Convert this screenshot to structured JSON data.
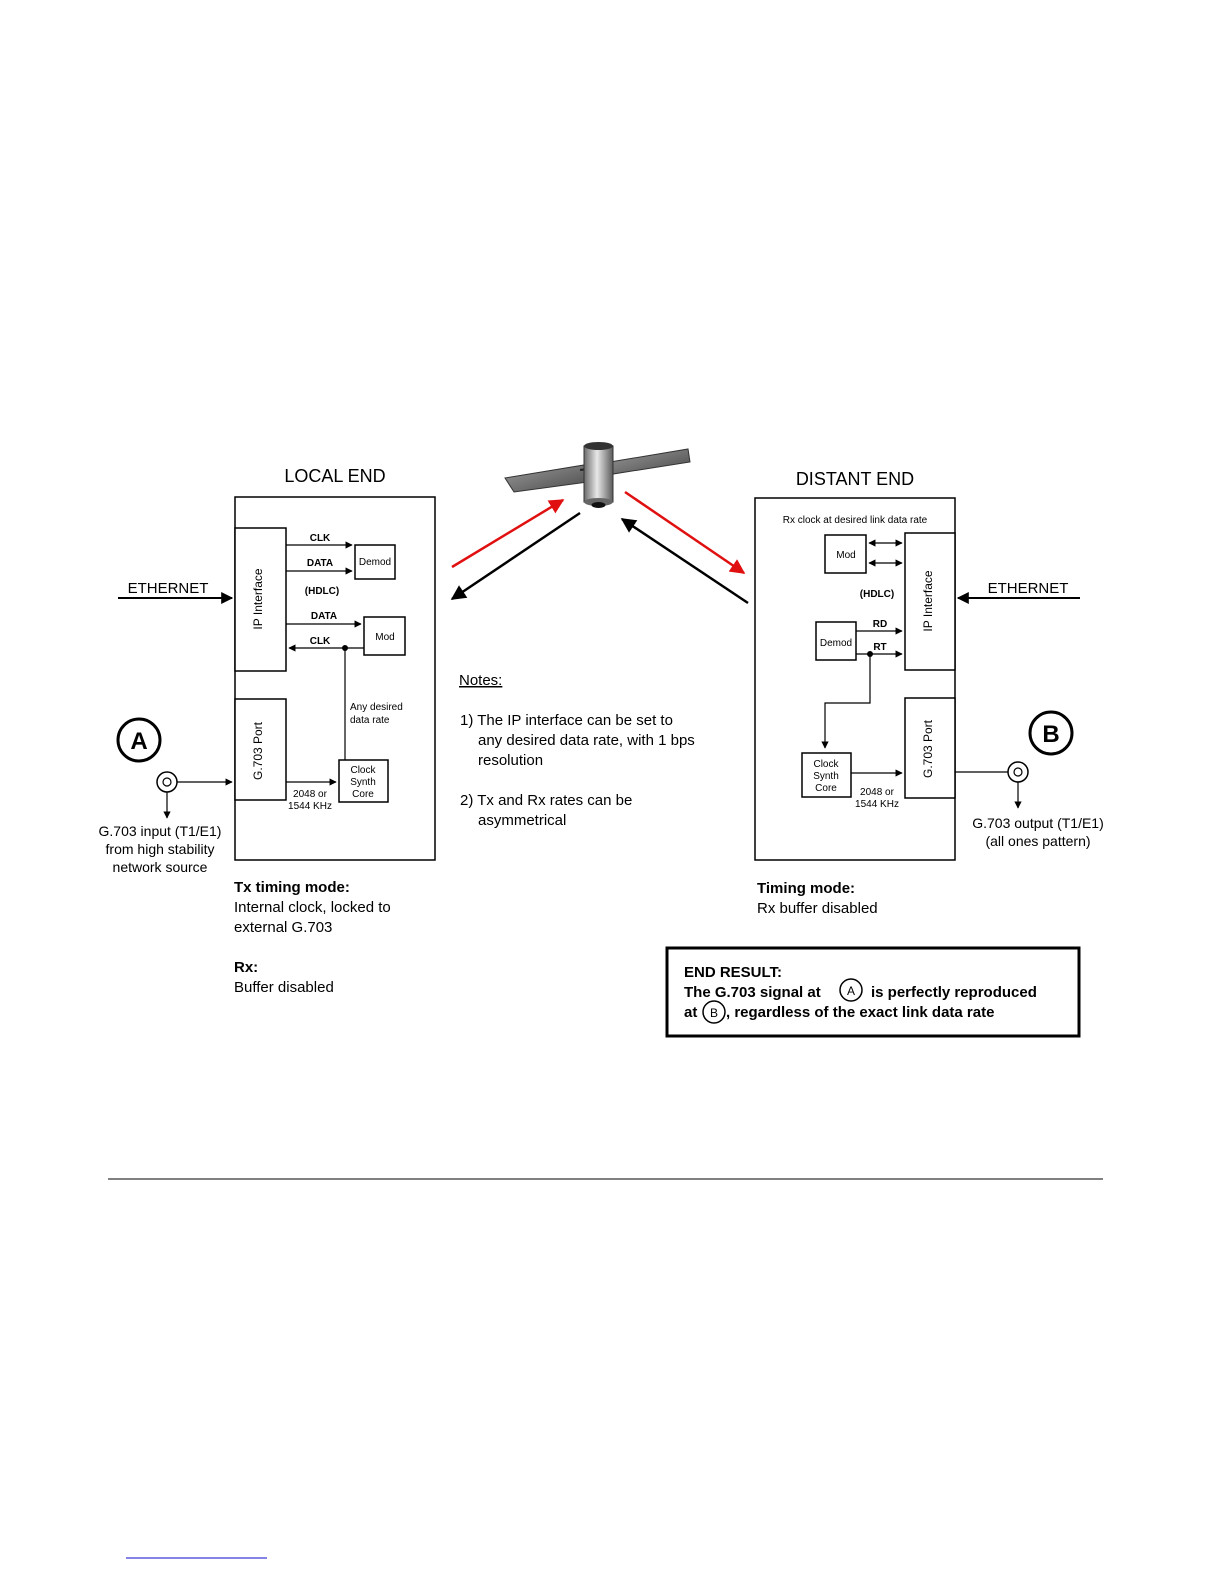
{
  "local_end": {
    "title": "LOCAL END",
    "ethernet": "ETHERNET",
    "ip_interface": "IP Interface",
    "clk_top": "CLK",
    "data_top": "DATA",
    "hdlc": "(HDLC)",
    "data_mid": "DATA",
    "clk_mid": "CLK",
    "demod": "Demod",
    "mod": "Mod",
    "any_rate_line1": "Any desired",
    "any_rate_line2": "data rate",
    "g703_port": "G.703 Port",
    "clock_line1": "Clock",
    "clock_line2": "Synth",
    "clock_line3": "Core",
    "freq_line1": "2048 or",
    "freq_line2": "1544 KHz",
    "marker": "A",
    "input_line1": "G.703 input (T1/E1)",
    "input_line2": "from high stability",
    "input_line3": "network source",
    "tx_mode_title": "Tx timing mode:",
    "tx_mode_line1": "Internal clock, locked to",
    "tx_mode_line2": "external G.703",
    "rx_title": "Rx:",
    "rx_line1": "Buffer disabled"
  },
  "distant_end": {
    "title": "DISTANT END",
    "rx_clock": "Rx clock at desired link data rate",
    "ethernet": "ETHERNET",
    "ip_interface": "IP Interface",
    "mod": "Mod",
    "hdlc": "(HDLC)",
    "demod": "Demod",
    "rd": "RD",
    "rt": "RT",
    "g703_port": "G.703 Port",
    "clock_line1": "Clock",
    "clock_line2": "Synth",
    "clock_line3": "Core",
    "freq_line1": "2048 or",
    "freq_line2": "1544 KHz",
    "marker": "B",
    "output_line1": "G.703 output (T1/E1)",
    "output_line2": "(all ones pattern)",
    "mode_title": "Timing mode:",
    "mode_line1": "Rx buffer disabled"
  },
  "notes": {
    "title": "Notes:",
    "n1_line1": "1) The IP interface can be set to",
    "n1_line2": "any desired data rate, with 1 bps",
    "n1_line3": "resolution",
    "n2_line1": "2) Tx and Rx rates can be",
    "n2_line2": "asymmetrical"
  },
  "end_result": {
    "title": "END RESULT:",
    "line1_pre": "The G.703 signal at",
    "marker_a": "A",
    "line1_post": "is perfectly reproduced",
    "line2_pre": "at",
    "marker_b": "B",
    "line2_post": ", regardless of the exact link data rate"
  },
  "colors": {
    "uplink_arrow": "#e01010",
    "downlink_arrow": "#000000",
    "footer_link": "#3a3ad8"
  }
}
